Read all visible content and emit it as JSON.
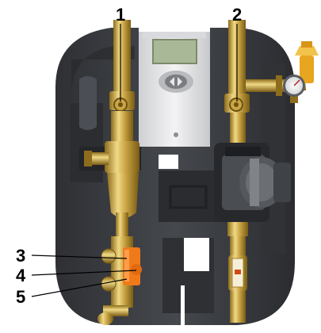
{
  "callouts": {
    "c1": "1",
    "c2": "2",
    "c3": "3",
    "c4": "4",
    "c5": "5"
  },
  "colors": {
    "insulation": "#3a3d42",
    "insulation_dark": "#26282c",
    "brass": "#c9a545",
    "brass_dark": "#8d6c1c",
    "brass_light": "#f0d985",
    "controller_body": "#e6e7e9",
    "display": "#a9b897",
    "valve_handle": "#f07a1a",
    "safety_valve": "#e8a520",
    "pump": "#4a4d52"
  },
  "icons": {
    "controller": "solar-controller-icon",
    "pump": "circulation-pump-icon",
    "gauge": "pressure-gauge-icon",
    "safety_valve": "safety-valve-icon",
    "flow_meter": "flow-meter-icon"
  }
}
